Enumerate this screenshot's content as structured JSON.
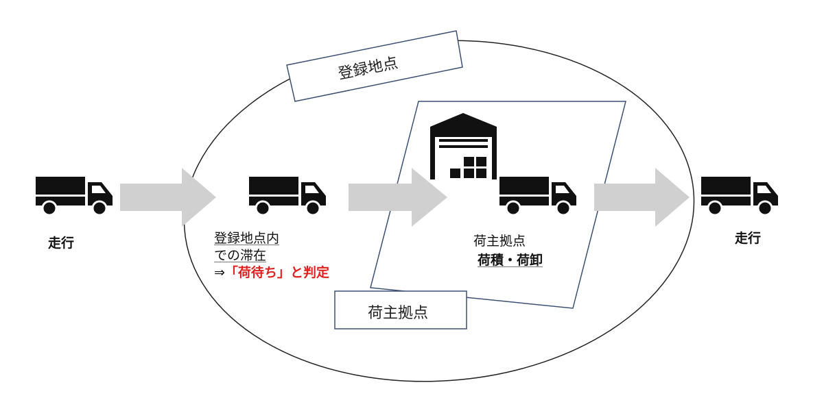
{
  "labels": {
    "registered_point": "登録地点",
    "shipper_base_box": "荷主拠点",
    "driving_left": "走行",
    "driving_right": "走行",
    "stay_line1": "登録地点内",
    "stay_line2": "での滞在",
    "judge_prefix": "⇒",
    "judge_highlight": "「荷待ち」",
    "judge_suffix": "と判定",
    "shipper_base_title": "荷主拠点",
    "loading_unloading": "荷積・荷卸"
  },
  "colors": {
    "accent_red": "#e0201e",
    "frame_blue": "#3a4f73",
    "arrow_gray": "#d0d0d0"
  }
}
